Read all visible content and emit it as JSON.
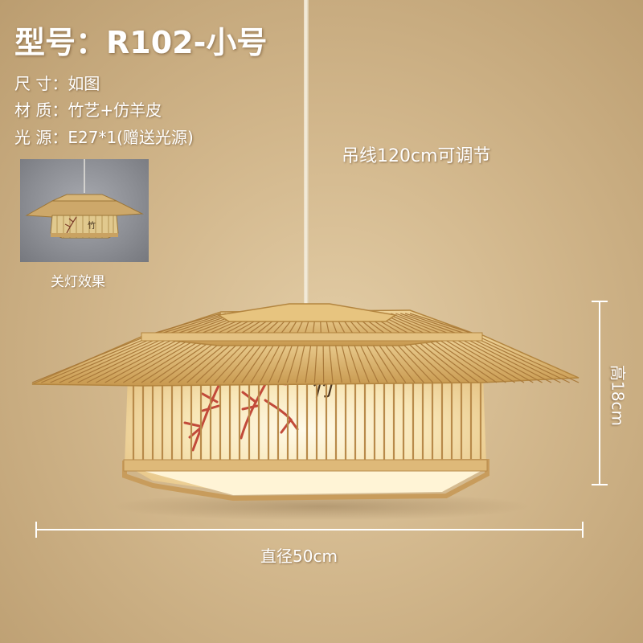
{
  "title": "型号：R102-小号",
  "specs": {
    "size": "尺 寸：如图",
    "material": "材 质：竹艺+仿羊皮",
    "light_source": "光 源：E27*1(赠送光源)"
  },
  "cord_note": "吊线120cm可调节",
  "thumbnail": {
    "caption": "关灯效果",
    "calligraphy": "竹"
  },
  "calligraphy": "竹",
  "dimensions": {
    "width": "直径50cm",
    "height": "高18cm"
  },
  "colors": {
    "bamboo": "#d9b77a",
    "bamboo_dark": "#b88a4a",
    "glow": "#fff6dc",
    "painting": "#c24a3a"
  }
}
